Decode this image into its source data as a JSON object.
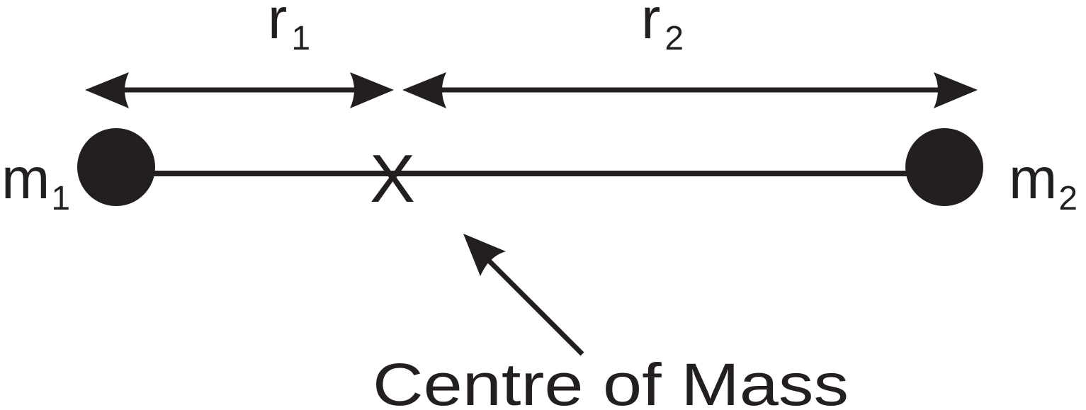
{
  "masses": {
    "left": {
      "symbol": "m",
      "subscript": "1"
    },
    "right": {
      "symbol": "m",
      "subscript": "2"
    }
  },
  "distances": {
    "r1": {
      "symbol": "r",
      "subscript": "1"
    },
    "r2": {
      "symbol": "r",
      "subscript": "2"
    }
  },
  "centre_marker": "X",
  "caption": "Centre of Mass",
  "colors": {
    "ink": "#231f20",
    "background": "#ffffff"
  }
}
